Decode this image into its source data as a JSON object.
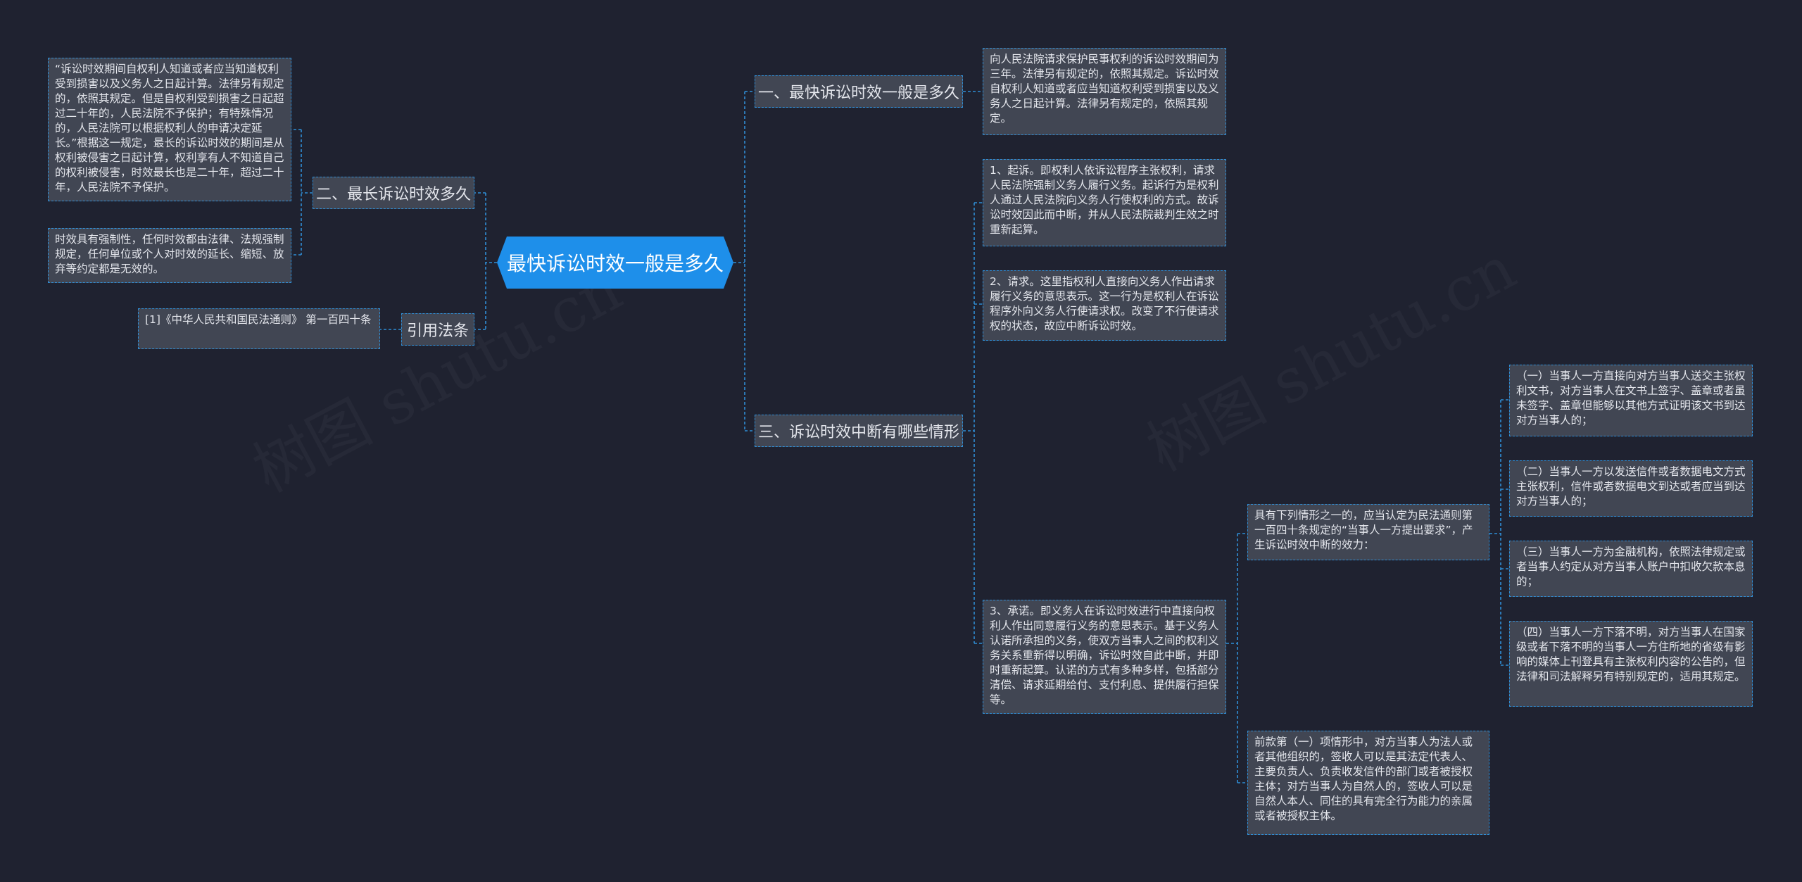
{
  "root": {
    "label": "最快诉讼时效一般是多久"
  },
  "branches": {
    "b1": {
      "label": "一、最快诉讼时效一般是多久"
    },
    "b2": {
      "label": "二、最长诉讼时效多久"
    },
    "b3": {
      "label": "三、诉讼时效中断有哪些情形"
    },
    "b4": {
      "label": "引用法条"
    }
  },
  "leaves": {
    "b1_1": "向人民法院请求保护民事权利的诉讼时效期间为三年。法律另有规定的，依照其规定。诉讼时效自权利人知道或者应当知道权利受到损害以及义务人之日起计算。法律另有规定的，依照其规定。",
    "b2_1": "“诉讼时效期间自权利人知道或者应当知道权利受到损害以及义务人之日起计算。法律另有规定的，依照其规定。但是自权利受到损害之日起超过二十年的，人民法院不予保护；有特殊情况的，人民法院可以根据权利人的申请决定延长。”根据这一规定，最长的诉讼时效的期间是从权利被侵害之日起计算，权利享有人不知道自己的权利被侵害，时效最长也是二十年，超过二十年，人民法院不予保护。",
    "b2_2": "时效具有强制性，任何时效都由法律、法规强制规定，任何单位或个人对时效的延长、缩短、放弃等约定都是无效的。",
    "b4_1": "[1]《中华人民共和国民法通则》 第一百四十条",
    "b3_1": "1、起诉。即权利人依诉讼程序主张权利，请求人民法院强制义务人履行义务。起诉行为是权利人通过人民法院向义务人行使权利的方式。故诉讼时效因此而中断，并从人民法院裁判生效之时重新起算。",
    "b3_2": "2、请求。这里指权利人直接向义务人作出请求履行义务的意思表示。这一行为是权利人在诉讼程序外向义务人行使请求权。改变了不行使请求权的状态，故应中断诉讼时效。",
    "b3_3": "3、承诺。即义务人在诉讼时效进行中直接向权利人作出同意履行义务的意思表示。基于义务人认诺所承担的义务，使双方当事人之间的权利义务关系重新得以明确，诉讼时效自此中断，并即时重新起算。认诺的方式有多种多样，包括部分清偿、请求延期给付、支付利息、提供履行担保等。",
    "b3_3_1": "具有下列情形之一的，应当认定为民法通则第一百四十条规定的“当事人一方提出要求”，产生诉讼时效中断的效力：",
    "b3_3_2": "前款第（一）项情形中，对方当事人为法人或者其他组织的，签收人可以是其法定代表人、主要负责人、负责收发信件的部门或者被授权主体；对方当事人为自然人的，签收人可以是自然人本人、同住的具有完全行为能力的亲属或者被授权主体。",
    "b3_3_1_1": "（一）当事人一方直接向对方当事人送交主张权利文书，对方当事人在文书上签字、盖章或者虽未签字、盖章但能够以其他方式证明该文书到达对方当事人的；",
    "b3_3_1_2": "（二）当事人一方以发送信件或者数据电文方式主张权利，信件或者数据电文到达或者应当到达对方当事人的；",
    "b3_3_1_3": "（三）当事人一方为金融机构，依照法律规定或者当事人约定从对方当事人账户中扣收欠款本息的；",
    "b3_3_1_4": "（四）当事人一方下落不明，对方当事人在国家级或者下落不明的当事人一方住所地的省级有影响的媒体上刊登具有主张权利内容的公告的，但法律和司法解释另有特别规定的，适用其规定。"
  },
  "watermark": "树图 shutu.cn",
  "colors": {
    "background": "#1f2230",
    "root": "#1e8fea",
    "node": "#414653",
    "connector": "#2f8ed6"
  }
}
